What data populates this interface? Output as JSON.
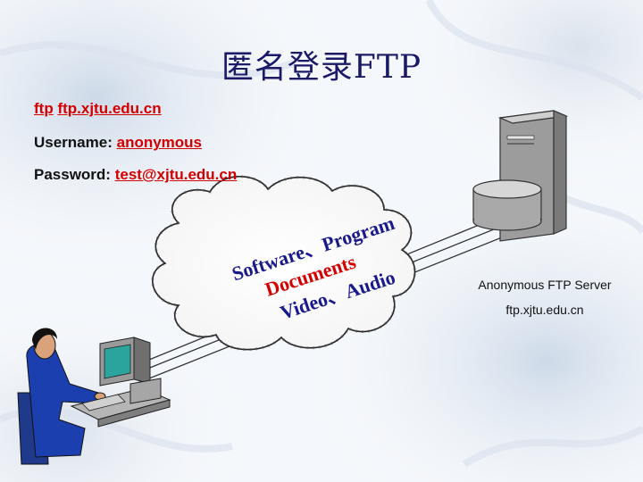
{
  "title": "匿名登录FTP",
  "ftp_command": {
    "prefix": "ftp",
    "host": "ftp.xjtu.edu.cn"
  },
  "username": {
    "label": "Username: ",
    "value": "anonymous"
  },
  "password": {
    "label": "Password: ",
    "value": "test@xjtu.edu.cn"
  },
  "cloud_text": {
    "line1": "Software、Program",
    "line2": "Documents",
    "line3": "Video、Audio"
  },
  "server": {
    "name": "Anonymous FTP Server",
    "host": "ftp.xjtu.edu.cn"
  },
  "colors": {
    "title": "#1a1a66",
    "link_red": "#d40000",
    "cloud_text_blue": "#1a1a8c",
    "cloud_text_red": "#d40000"
  },
  "icons": [
    "server-tower-icon",
    "database-disk-icon",
    "cloud-icon",
    "user-at-computer-icon"
  ]
}
